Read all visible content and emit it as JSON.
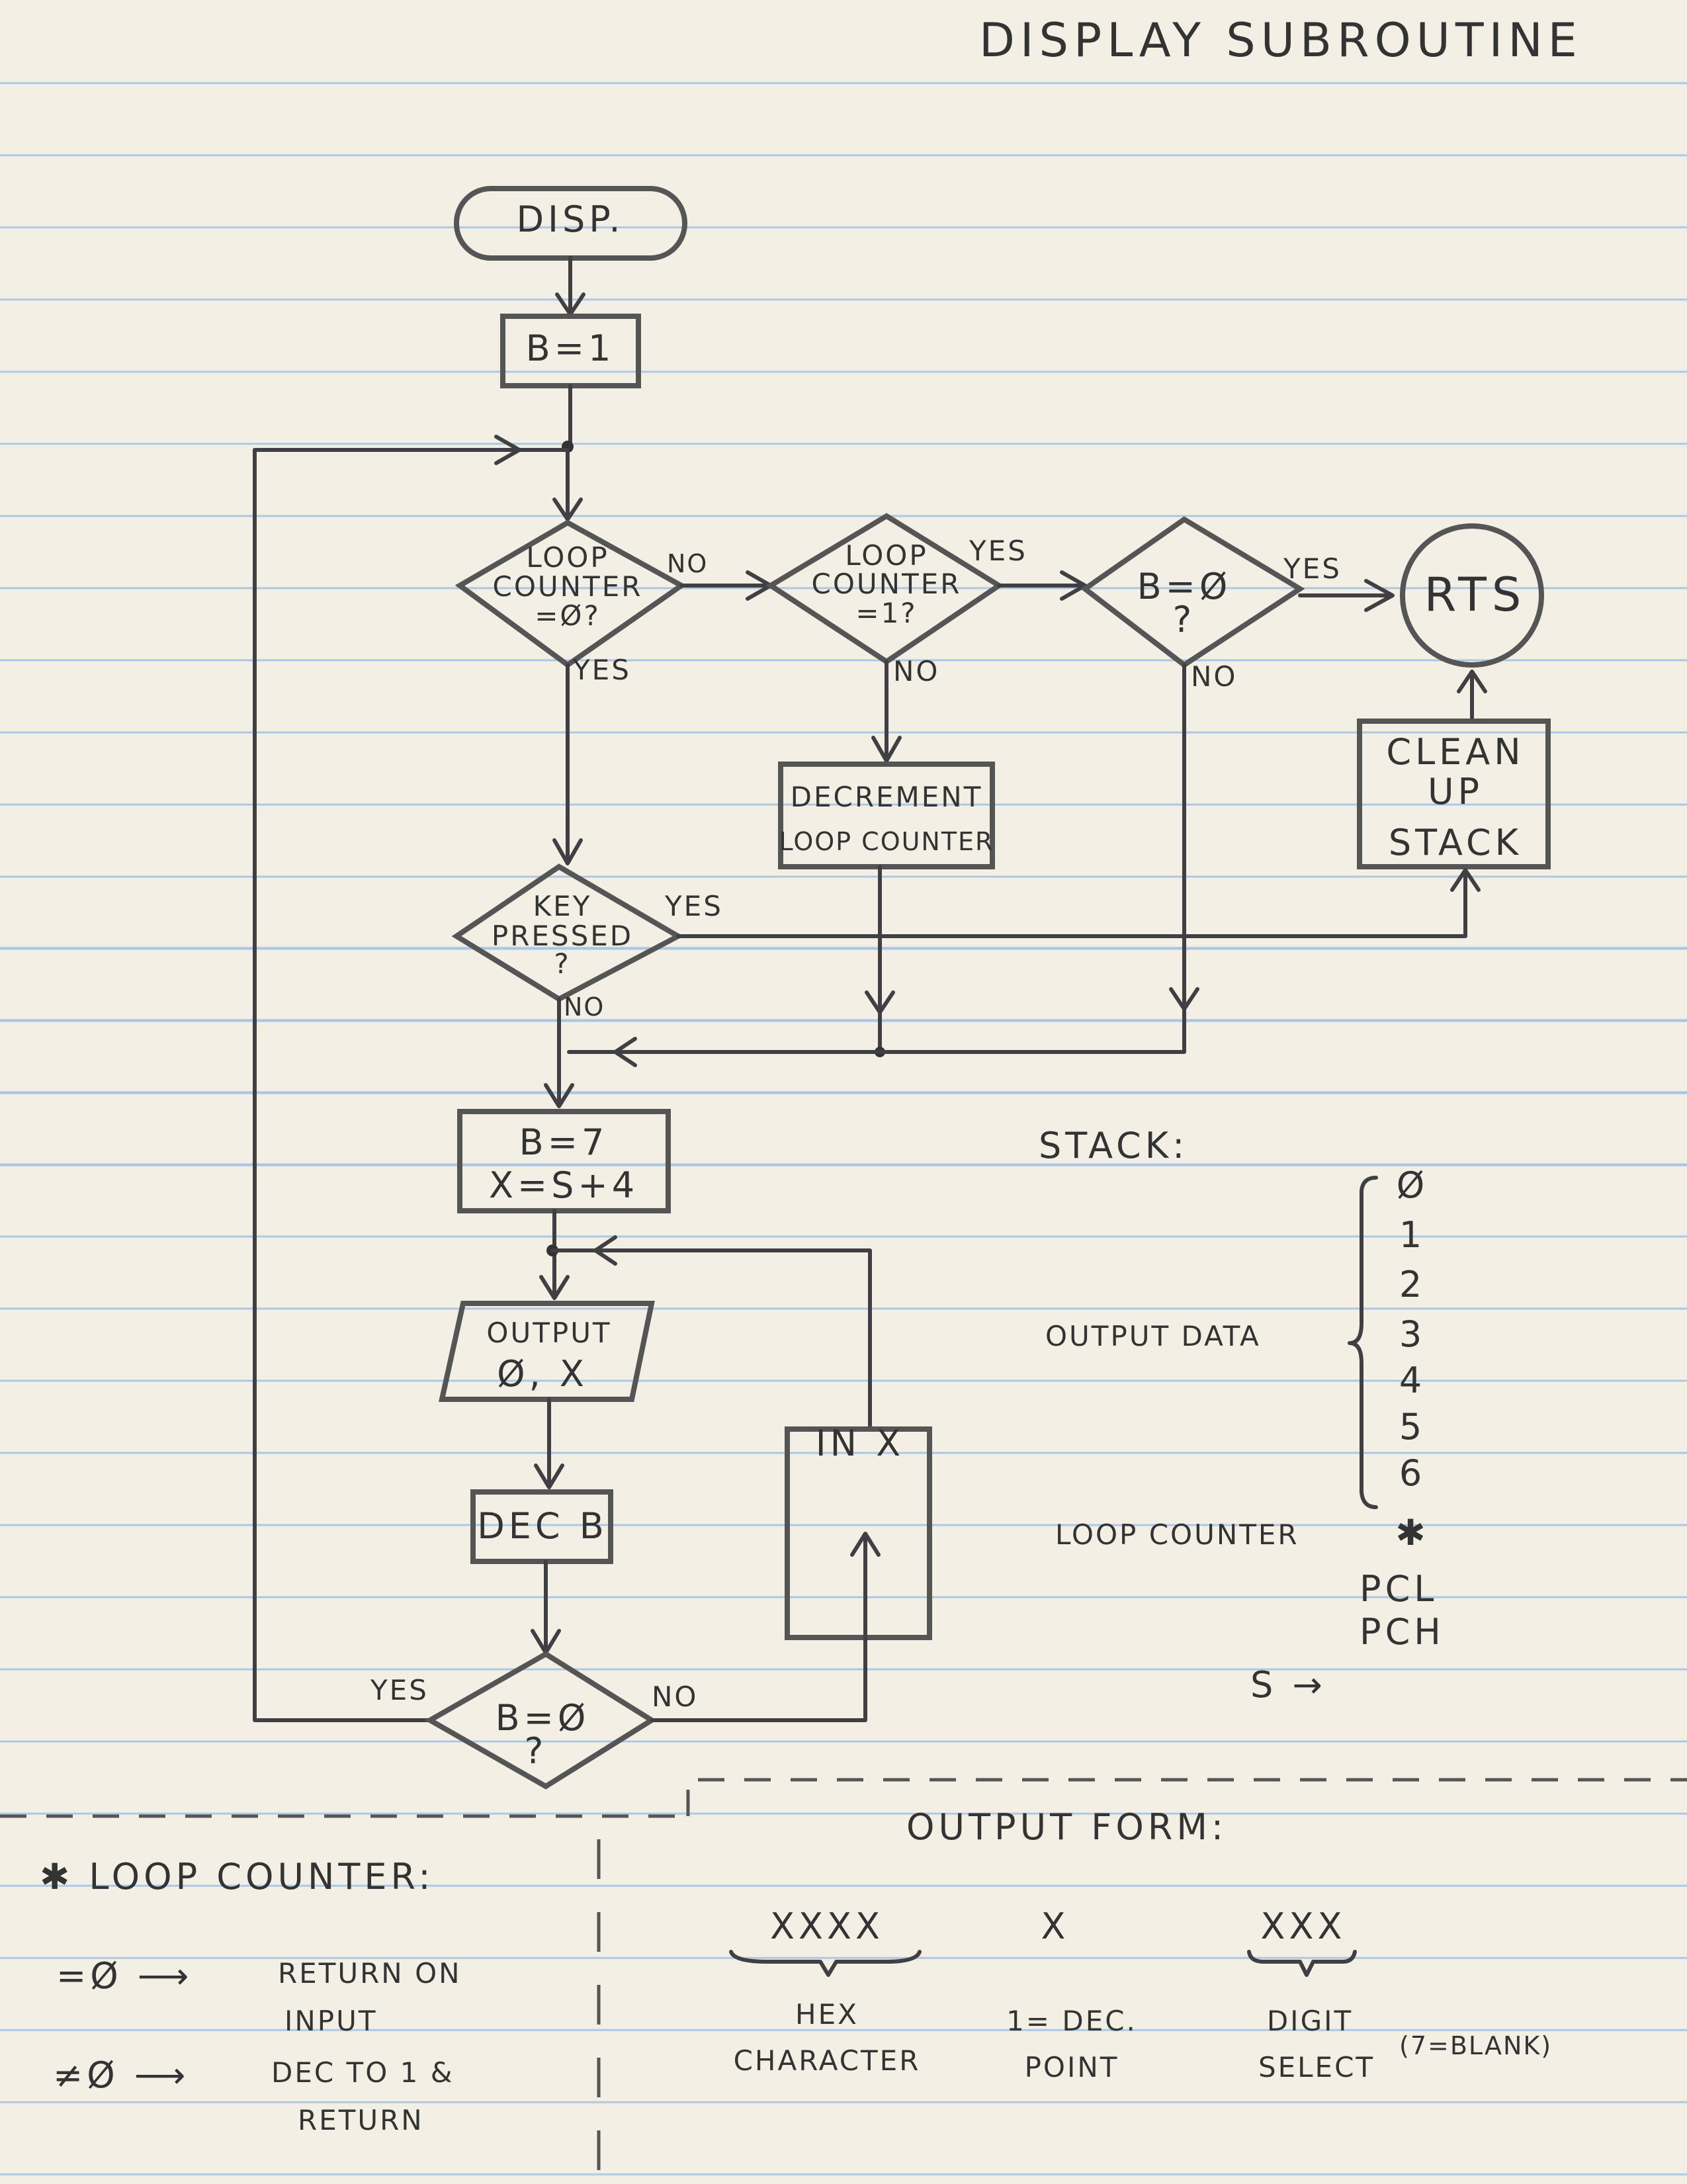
{
  "title": "DISPLAY SUBROUTINE",
  "flowchart": {
    "start": "DISP.",
    "init": "B=1",
    "decision_loop_zero": {
      "lines": [
        "LOOP",
        "COUNTER",
        "=Ø?"
      ],
      "yes": "YES",
      "no": "NO"
    },
    "decision_loop_one": {
      "lines": [
        "LOOP",
        "COUNTER",
        "=1?"
      ],
      "yes": "YES",
      "no": "NO"
    },
    "decision_b_zero_top": {
      "lines": [
        "B=Ø",
        "?"
      ],
      "yes": "YES",
      "no": "NO"
    },
    "rts": "RTS",
    "decrement": {
      "lines": [
        "DECREMENT",
        "LOOP COUNTER"
      ]
    },
    "cleanup": {
      "lines": [
        "CLEAN",
        "UP",
        "STACK"
      ]
    },
    "key_pressed": {
      "lines": [
        "KEY",
        "PRESSED",
        "?"
      ],
      "yes": "YES",
      "no": "NO"
    },
    "set_b": {
      "lines": [
        "B=7",
        "X=S+4"
      ]
    },
    "output": {
      "lines": [
        "OUTPUT",
        "Ø, X"
      ]
    },
    "dec_b": "DEC B",
    "inx": "IN X",
    "decision_b_zero_bottom": {
      "lines": [
        "B=Ø",
        "?"
      ],
      "yes": "YES",
      "no": "NO"
    }
  },
  "stack": {
    "heading": "STACK:",
    "output_data_label": "OUTPUT DATA",
    "output_data_items": [
      "Ø",
      "1",
      "2",
      "3",
      "4",
      "5",
      "6"
    ],
    "loop_counter_label": "LOOP COUNTER",
    "loop_counter_mark": "✱",
    "pcl": "PCL",
    "pch": "PCH",
    "s_pointer": "S →"
  },
  "notes": {
    "heading": "✱ LOOP COUNTER:",
    "rule1_lhs": "=Ø ⟶",
    "rule1_text": [
      "RETURN ON",
      "INPUT"
    ],
    "rule2_lhs": "≠Ø ⟶",
    "rule2_text": [
      "DEC TO 1 &",
      "RETURN"
    ]
  },
  "output_form": {
    "heading": "OUTPUT FORM:",
    "groups": [
      {
        "pattern": "XXXX",
        "label": [
          "HEX",
          "CHARACTER"
        ]
      },
      {
        "pattern": "X",
        "label": [
          "1= DEC.",
          "POINT"
        ]
      },
      {
        "pattern": "XXX",
        "label": [
          "DIGIT",
          "SELECT"
        ]
      }
    ],
    "note": "(7=BLANK)"
  }
}
